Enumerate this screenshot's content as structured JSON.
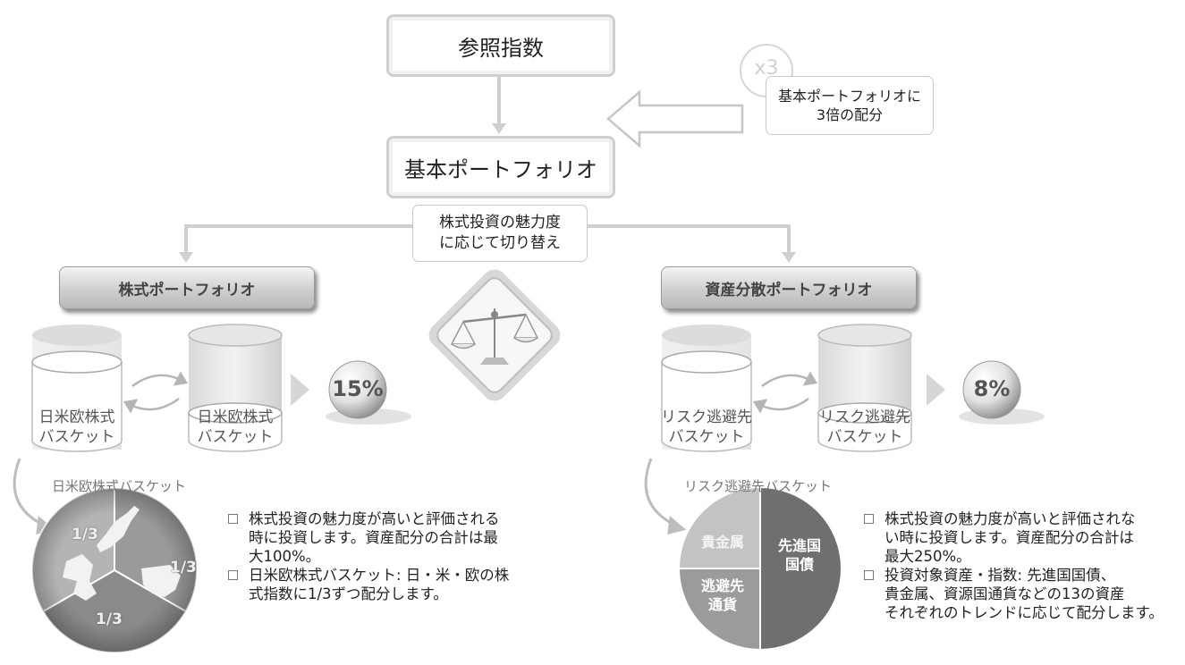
{
  "top": {
    "reference_index": "参照指数",
    "base_portfolio": "基本ポートフォリオ",
    "leverage_badge": "x3",
    "leverage_note_line1": "基本ポートフォリオに",
    "leverage_note_line2": "3倍の配分",
    "switch_note_line1": "株式投資の魅力度",
    "switch_note_line2": "に応じて切り替え"
  },
  "left": {
    "title": "株式ポートフォリオ",
    "basket_label_line1": "日米欧株式",
    "basket_label_line2": "バスケット",
    "percent": "15%",
    "caption": "日米欧株式バスケット",
    "pie_slices": [
      "1/3",
      "1/3",
      "1/3"
    ],
    "bullets": [
      [
        "株式投資の魅力度が高いと評価される",
        "時に投資します。資産配分の合計は最",
        "大100%。"
      ],
      [
        "日米欧株式バスケット: 日・米・欧の株",
        "式指数に1/3ずつ配分します。"
      ]
    ]
  },
  "right": {
    "title": "資産分散ポートフォリオ",
    "basket_label_line1": "リスク逃避先",
    "basket_label_line2": "バスケット",
    "percent": "8%",
    "caption": "リスク逃避先バスケット",
    "pie_labels": {
      "precious_metals": "貴金属",
      "safe_currency_line1": "逃避先",
      "safe_currency_line2": "通貨",
      "dev_bonds_line1": "先進国",
      "dev_bonds_line2": "国債"
    },
    "bullets": [
      [
        "株式投資の魅力度が高いと評価されな",
        "い時に投資します。資産配分の合計は",
        "最大250%。"
      ],
      [
        "投資対象資産・指数: 先進国国債、",
        "貴金属、資源国通貨などの13の資産",
        "それぞれのトレンドに応じて配分します。"
      ]
    ]
  },
  "colors": {
    "border": "#cfcfcf",
    "pill": "#c8c8c8",
    "pie_dark": "#707070",
    "pie_mid": "#9a9a9a",
    "pie_light": "#c2c2c2"
  }
}
